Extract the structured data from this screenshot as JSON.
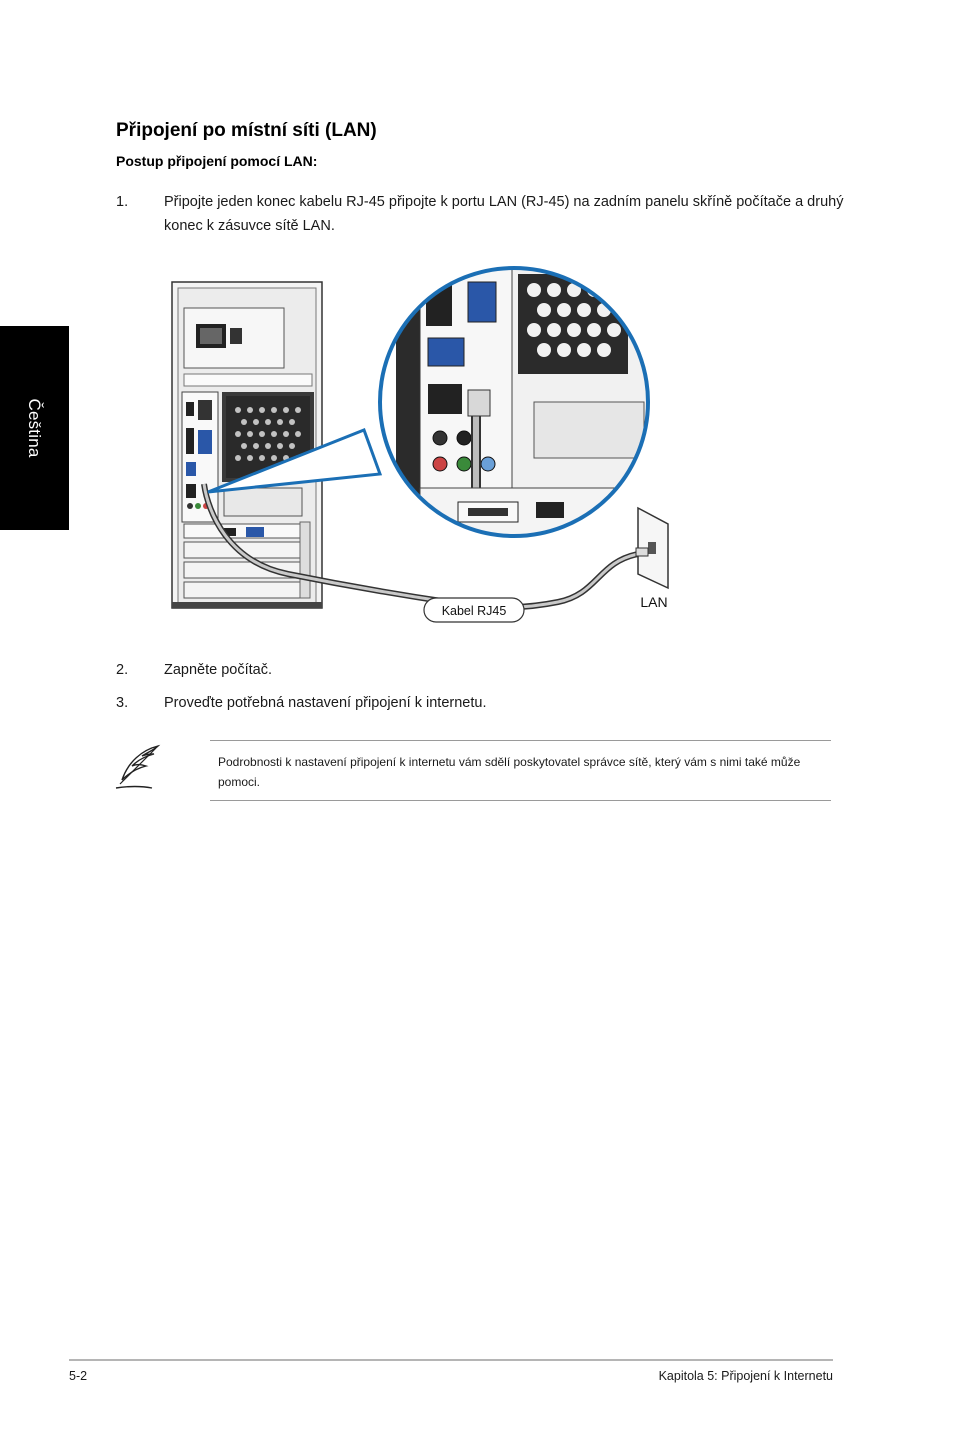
{
  "side_tab": {
    "label": "Čeština"
  },
  "section": {
    "title": "Připojení po místní síti (LAN)",
    "subtitle": "Postup připojení pomocí LAN:"
  },
  "steps": [
    {
      "num": "1.",
      "text": "Připojte jeden konec kabelu RJ-45 připojte k portu LAN (RJ-45) na zadním panelu skříně počítače a druhý konec k zásuvce sítě LAN."
    },
    {
      "num": "2.",
      "text": "Zapněte počítač."
    },
    {
      "num": "3.",
      "text": "Proveďte potřebná nastavení připojení k internetu."
    }
  ],
  "figure": {
    "cable_label": "Kabel RJ45",
    "lan_label": "LAN",
    "accent_color": "#1b6fb5"
  },
  "note": {
    "icon": "feather-pen-icon",
    "text": "Podrobnosti k nastavení připojení k internetu vám sdělí poskytovatel správce sítě, který vám s nimi také může pomoci."
  },
  "footer": {
    "page_number": "5-2",
    "chapter": "Kapitola 5: Připojení k Internetu"
  }
}
